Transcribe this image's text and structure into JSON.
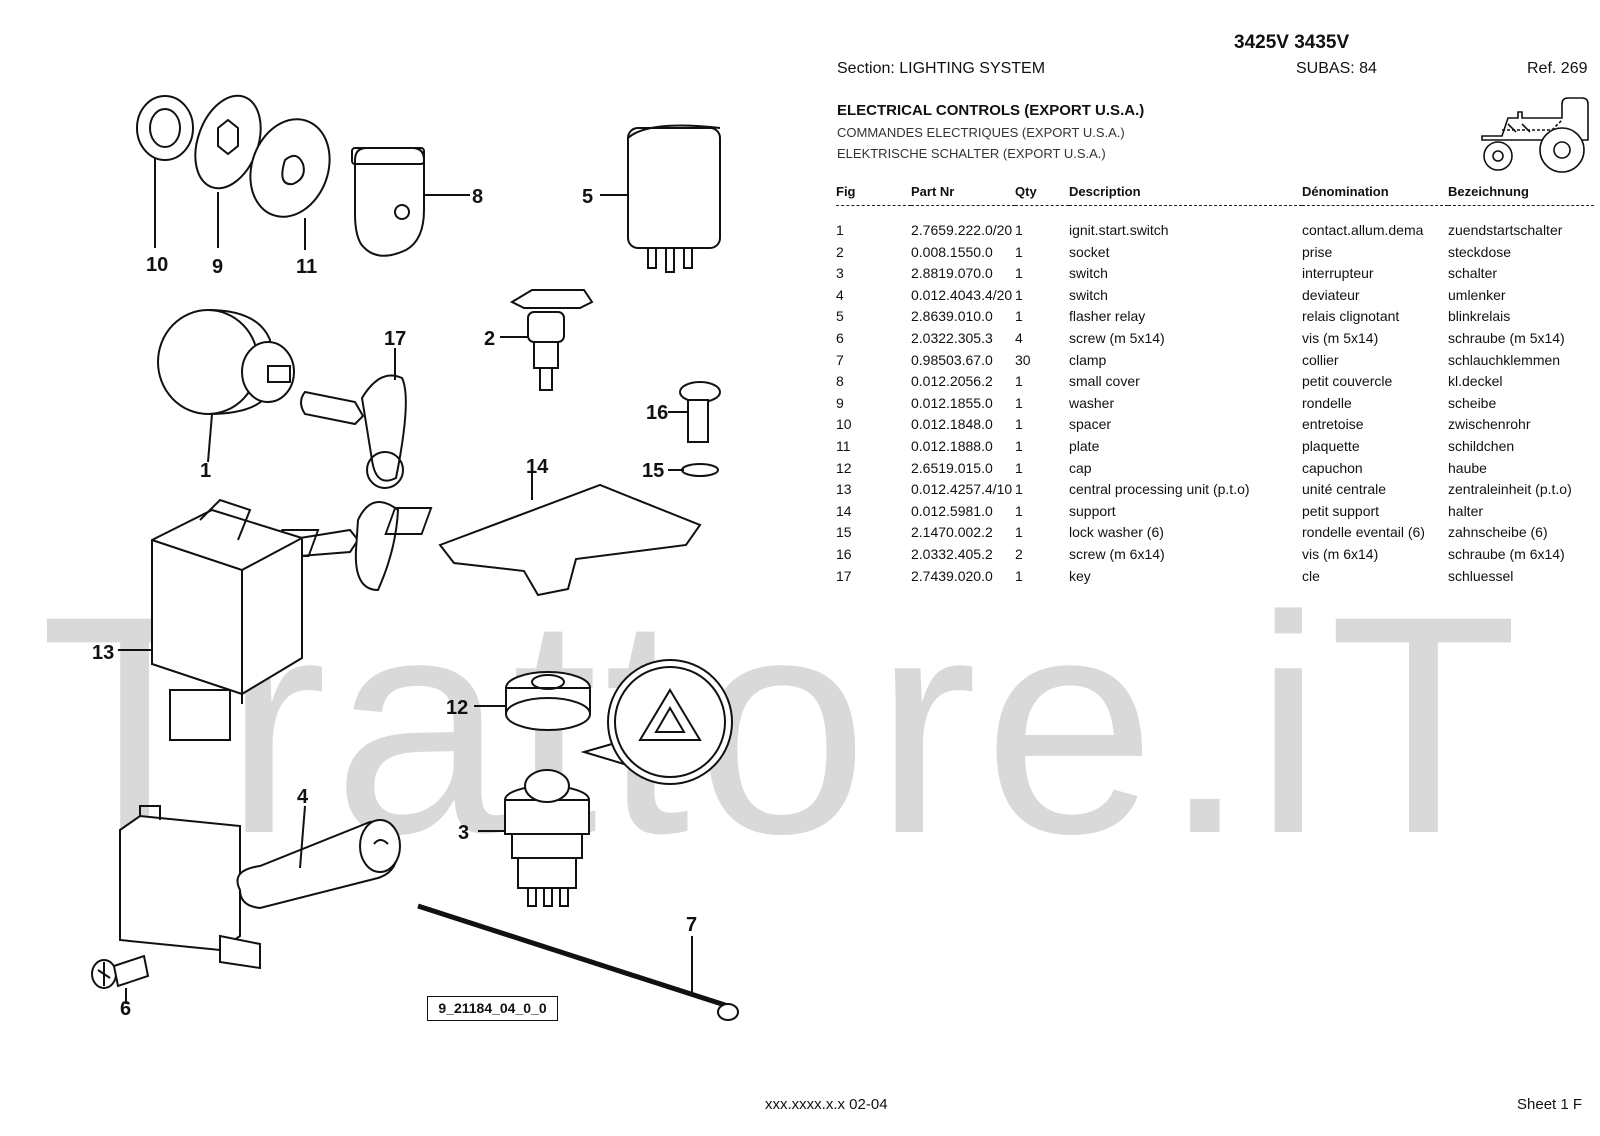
{
  "header": {
    "model": "3425V 3435V",
    "section": "Section: LIGHTING  SYSTEM",
    "subas": "SUBAS: 84",
    "ref": "Ref. 269",
    "title_en": "ELECTRICAL CONTROLS (EXPORT U.S.A.)",
    "title_fr": "COMMANDES ELECTRIQUES (EXPORT U.S.A.)",
    "title_de": "ELEKTRISCHE SCHALTER (EXPORT U.S.A.)"
  },
  "table": {
    "columns": [
      "Fig",
      "Part Nr",
      "Qty",
      "Description",
      "Dénomination",
      "Bezeichnung"
    ],
    "rows": [
      {
        "fig": "1",
        "part": "2.7659.222.0/20",
        "qty": "1",
        "desc": "ignit.start.switch",
        "fr": "contact.allum.dema",
        "de": "zuendstartschalter"
      },
      {
        "fig": "2",
        "part": "0.008.1550.0",
        "qty": "1",
        "desc": "socket",
        "fr": "prise",
        "de": "steckdose"
      },
      {
        "fig": "3",
        "part": "2.8819.070.0",
        "qty": "1",
        "desc": "switch",
        "fr": "interrupteur",
        "de": "schalter"
      },
      {
        "fig": "4",
        "part": "0.012.4043.4/20",
        "qty": "1",
        "desc": "switch",
        "fr": "deviateur",
        "de": "umlenker"
      },
      {
        "fig": "5",
        "part": "2.8639.010.0",
        "qty": "1",
        "desc": "flasher relay",
        "fr": "relais clignotant",
        "de": "blinkrelais"
      },
      {
        "fig": "6",
        "part": "2.0322.305.3",
        "qty": "4",
        "desc": "screw (m 5x14)",
        "fr": "vis (m 5x14)",
        "de": "schraube (m 5x14)"
      },
      {
        "fig": "7",
        "part": "0.98503.67.0",
        "qty": "30",
        "desc": "clamp",
        "fr": "collier",
        "de": "schlauchklemmen"
      },
      {
        "fig": "8",
        "part": "0.012.2056.2",
        "qty": "1",
        "desc": "small cover",
        "fr": "petit couvercle",
        "de": "kl.deckel"
      },
      {
        "fig": "9",
        "part": "0.012.1855.0",
        "qty": "1",
        "desc": "washer",
        "fr": "rondelle",
        "de": "scheibe"
      },
      {
        "fig": "10",
        "part": "0.012.1848.0",
        "qty": "1",
        "desc": "spacer",
        "fr": "entretoise",
        "de": "zwischenrohr"
      },
      {
        "fig": "11",
        "part": "0.012.1888.0",
        "qty": "1",
        "desc": "plate",
        "fr": "plaquette",
        "de": "schildchen"
      },
      {
        "fig": "12",
        "part": "2.6519.015.0",
        "qty": "1",
        "desc": "cap",
        "fr": "capuchon",
        "de": "haube"
      },
      {
        "fig": "13",
        "part": "0.012.4257.4/10",
        "qty": "1",
        "desc": "central processing unit (p.t.o)",
        "fr": "unité centrale",
        "de": "zentraleinheit (p.t.o)"
      },
      {
        "fig": "14",
        "part": "0.012.5981.0",
        "qty": "1",
        "desc": "support",
        "fr": "petit support",
        "de": "halter"
      },
      {
        "fig": "15",
        "part": "2.1470.002.2",
        "qty": "1",
        "desc": "lock washer (6)",
        "fr": "rondelle eventail (6)",
        "de": "zahnscheibe (6)"
      },
      {
        "fig": "16",
        "part": "2.0332.405.2",
        "qty": "2",
        "desc": "screw (m 6x14)",
        "fr": "vis (m 6x14)",
        "de": "schraube (m 6x14)"
      },
      {
        "fig": "17",
        "part": "2.7439.020.0",
        "qty": "1",
        "desc": "key",
        "fr": "cle",
        "de": "schluessel"
      }
    ]
  },
  "diagram": {
    "callouts": [
      "10",
      "9",
      "11",
      "8",
      "5",
      "2",
      "17",
      "1",
      "16",
      "15",
      "14",
      "13",
      "12",
      "4",
      "3",
      "6",
      "7"
    ],
    "drawing_ref": "9_21184_04_0_0"
  },
  "watermark": "Trattore.iT",
  "footer": {
    "doc": "xxx.xxxx.x.x  02-04",
    "sheet": "Sheet 1 F"
  }
}
